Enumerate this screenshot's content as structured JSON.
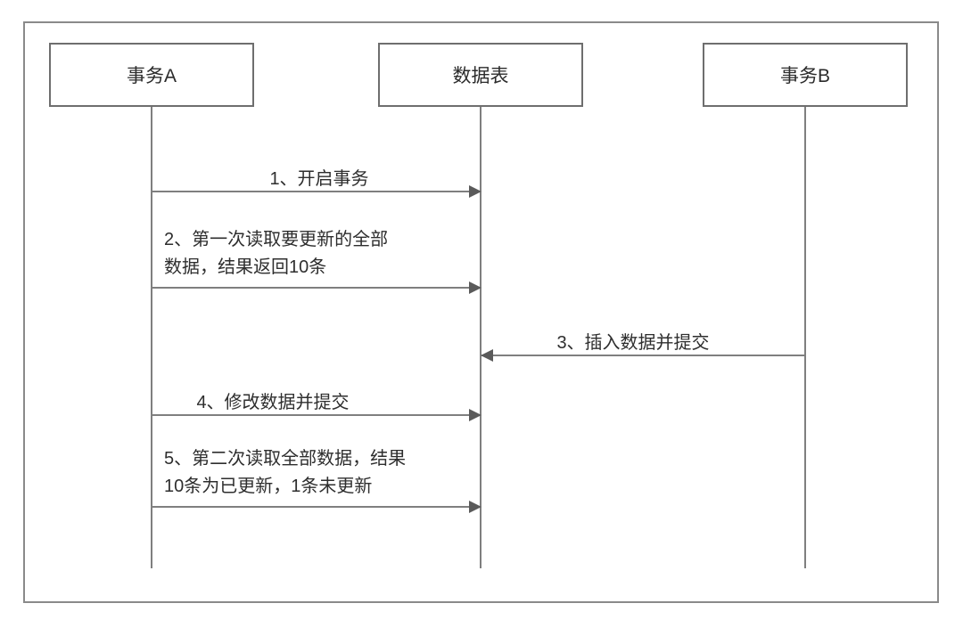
{
  "diagram": {
    "type": "sequence-diagram",
    "actors": [
      {
        "id": "transaction-a",
        "label": "事务A"
      },
      {
        "id": "data-table",
        "label": "数据表"
      },
      {
        "id": "transaction-b",
        "label": "事务B"
      }
    ],
    "messages": [
      {
        "num": "1",
        "label": "1、开启事务",
        "from": "事务A",
        "to": "数据表",
        "direction": "right"
      },
      {
        "num": "2",
        "lines": [
          "2、第一次读取要更新的全部",
          "数据，结果返回10条"
        ],
        "from": "事务A",
        "to": "数据表",
        "direction": "right"
      },
      {
        "num": "3",
        "label": "3、插入数据并提交",
        "from": "事务B",
        "to": "数据表",
        "direction": "left"
      },
      {
        "num": "4",
        "label": "4、修改数据并提交",
        "from": "事务A",
        "to": "数据表",
        "direction": "right"
      },
      {
        "num": "5",
        "lines": [
          "5、第二次读取全部数据，结果",
          "10条为已更新，1条未更新"
        ],
        "from": "事务A",
        "to": "数据表",
        "direction": "right"
      }
    ],
    "colors": {
      "line": "#7f7f7f",
      "arrowhead": "#5a5a5a",
      "box_border": "#6e6e6e",
      "text": "#2e2e2e",
      "background": "#ffffff"
    }
  }
}
